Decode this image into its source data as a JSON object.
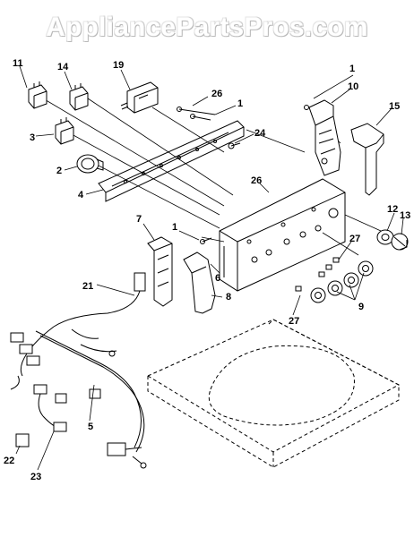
{
  "watermark": "AppliancePartsPros.com",
  "callouts": {
    "c1a": "1",
    "c1b": "1",
    "c1c": "1",
    "c2": "2",
    "c3": "3",
    "c4": "4",
    "c5": "5",
    "c6": "6",
    "c7": "7",
    "c8": "8",
    "c9": "9",
    "c10": "10",
    "c11": "11",
    "c12": "12",
    "c13": "13",
    "c14": "14",
    "c15": "15",
    "c19": "19",
    "c21": "21",
    "c22": "22",
    "c23": "23",
    "c24": "24",
    "c26a": "26",
    "c26b": "26",
    "c27a": "27",
    "c27b": "27"
  },
  "colors": {
    "ink": "#000000",
    "paper": "#ffffff"
  }
}
